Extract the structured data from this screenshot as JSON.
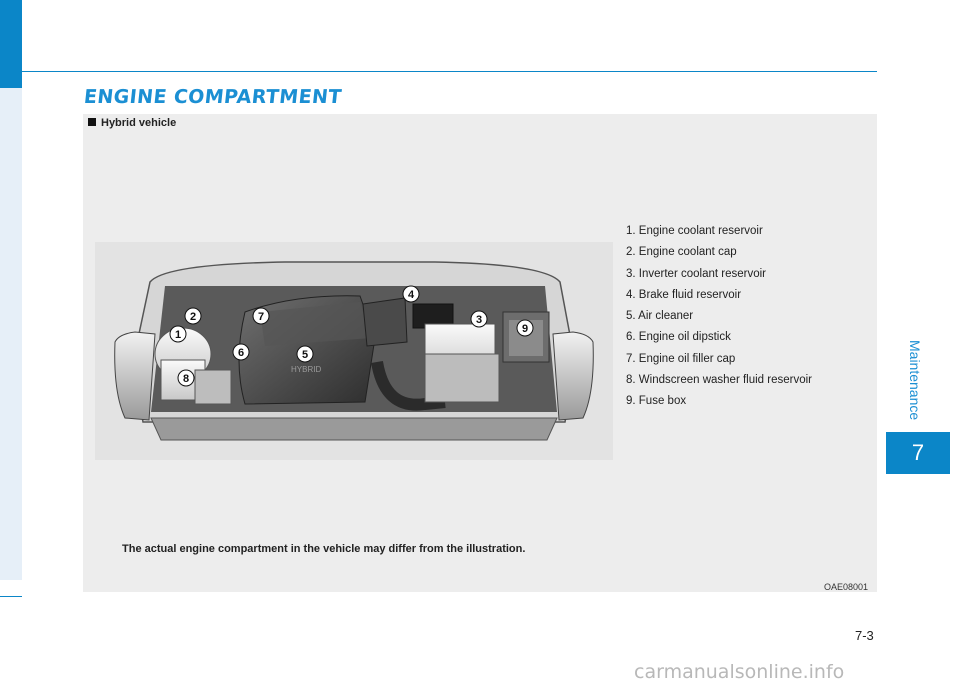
{
  "section_title": "ENGINE COMPARTMENT",
  "subheading": "Hybrid vehicle",
  "legend_items": [
    "1. Engine coolant reservoir",
    "2. Engine coolant  cap",
    "3. Inverter coolant reservoir",
    "4. Brake fluid reservoir",
    "5. Air cleaner",
    "6. Engine oil dipstick",
    "7. Engine oil filler cap",
    "8. Windscreen washer fluid reservoir",
    "9. Fuse box"
  ],
  "callout_numbers": [
    "1",
    "2",
    "3",
    "4",
    "5",
    "6",
    "7",
    "8",
    "9"
  ],
  "engine_cover_text": "HYBRID",
  "note": "The actual engine compartment in the vehicle may differ from the illustration.",
  "image_code": "OAE08001",
  "chapter_label": "Maintenance",
  "chapter_number": "7",
  "page_number": "7-3",
  "watermark": "carmanualsonline.info",
  "colors": {
    "accent": "#0b86c8",
    "title": "#1b8fd3",
    "panel": "#ededed"
  }
}
